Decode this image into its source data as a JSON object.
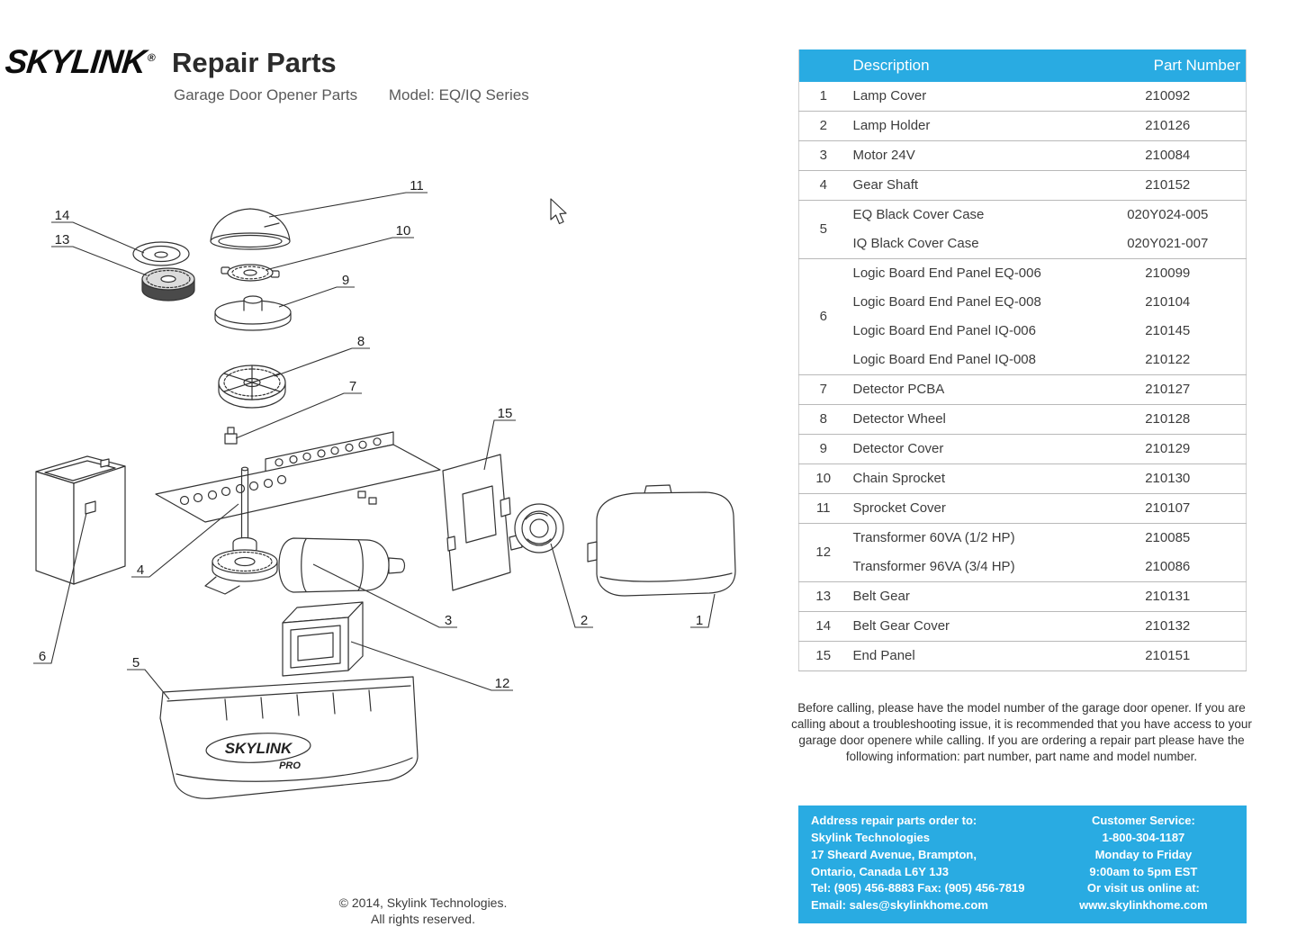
{
  "colors": {
    "accent": "#29abe2"
  },
  "header": {
    "logo_text": "SKYLINK",
    "logo_reg": "®",
    "title": "Repair Parts",
    "subtitle": "Garage Door Opener Parts",
    "model": "Model: EQ/IQ Series"
  },
  "parts_table": {
    "col_description": "Description",
    "col_part_number": "Part Number",
    "rows": [
      {
        "num": "1",
        "items": [
          {
            "desc": "Lamp Cover",
            "part": "210092"
          }
        ]
      },
      {
        "num": "2",
        "items": [
          {
            "desc": "Lamp Holder",
            "part": "210126"
          }
        ]
      },
      {
        "num": "3",
        "items": [
          {
            "desc": "Motor 24V",
            "part": "210084"
          }
        ]
      },
      {
        "num": "4",
        "items": [
          {
            "desc": "Gear Shaft",
            "part": "210152"
          }
        ]
      },
      {
        "num": "5",
        "items": [
          {
            "desc": "EQ Black Cover Case",
            "part": "020Y024-005"
          },
          {
            "desc": "IQ Black Cover Case",
            "part": "020Y021-007"
          }
        ]
      },
      {
        "num": "6",
        "items": [
          {
            "desc": "Logic Board End Panel EQ-006",
            "part": "210099"
          },
          {
            "desc": "Logic Board End Panel EQ-008",
            "part": "210104"
          },
          {
            "desc": "Logic Board End Panel IQ-006",
            "part": "210145"
          },
          {
            "desc": "Logic Board End Panel IQ-008",
            "part": "210122"
          }
        ]
      },
      {
        "num": "7",
        "items": [
          {
            "desc": "Detector PCBA",
            "part": "210127"
          }
        ]
      },
      {
        "num": "8",
        "items": [
          {
            "desc": "Detector Wheel",
            "part": "210128"
          }
        ]
      },
      {
        "num": "9",
        "items": [
          {
            "desc": "Detector Cover",
            "part": "210129"
          }
        ]
      },
      {
        "num": "10",
        "items": [
          {
            "desc": "Chain Sprocket",
            "part": "210130"
          }
        ]
      },
      {
        "num": "11",
        "items": [
          {
            "desc": "Sprocket Cover",
            "part": "210107"
          }
        ]
      },
      {
        "num": "12",
        "items": [
          {
            "desc": "Transformer 60VA (1/2 HP)",
            "part": "210085"
          },
          {
            "desc": "Transformer 96VA (3/4 HP)",
            "part": "210086"
          }
        ]
      },
      {
        "num": "13",
        "items": [
          {
            "desc": "Belt Gear",
            "part": "210131"
          }
        ]
      },
      {
        "num": "14",
        "items": [
          {
            "desc": "Belt Gear Cover",
            "part": "210132"
          }
        ]
      },
      {
        "num": "15",
        "items": [
          {
            "desc": "End Panel",
            "part": "210151"
          }
        ]
      }
    ]
  },
  "note": "Before calling, please have the model number of the garage door opener. If you are calling about a troubleshooting issue, it is recommended that you have access to your garage door openere while calling. If you are ordering a repair part please have the following information: part number, part name and model number.",
  "contact_box": {
    "address_title": "Address repair parts order to:",
    "address_lines": [
      "Skylink Technologies",
      "17 Sheard Avenue, Brampton,",
      "Ontario, Canada L6Y 1J3",
      "Tel: (905) 456-8883 Fax: (905) 456-7819",
      "Email: sales@skylinkhome.com"
    ],
    "service_title": "Customer Service:",
    "service_lines": [
      "1-800-304-1187",
      "Monday to Friday",
      "9:00am to 5pm EST",
      "Or visit us online at:",
      "www.skylinkhome.com"
    ]
  },
  "footer": {
    "copyright_line1": "© 2014, Skylink Technologies.",
    "copyright_line2": "All rights reserved."
  },
  "diagram": {
    "callouts": [
      "1",
      "2",
      "3",
      "4",
      "5",
      "6",
      "7",
      "8",
      "9",
      "10",
      "11",
      "12",
      "13",
      "14",
      "15"
    ],
    "case_logo": "SKYLINK",
    "case_logo_sub": "PRO"
  }
}
